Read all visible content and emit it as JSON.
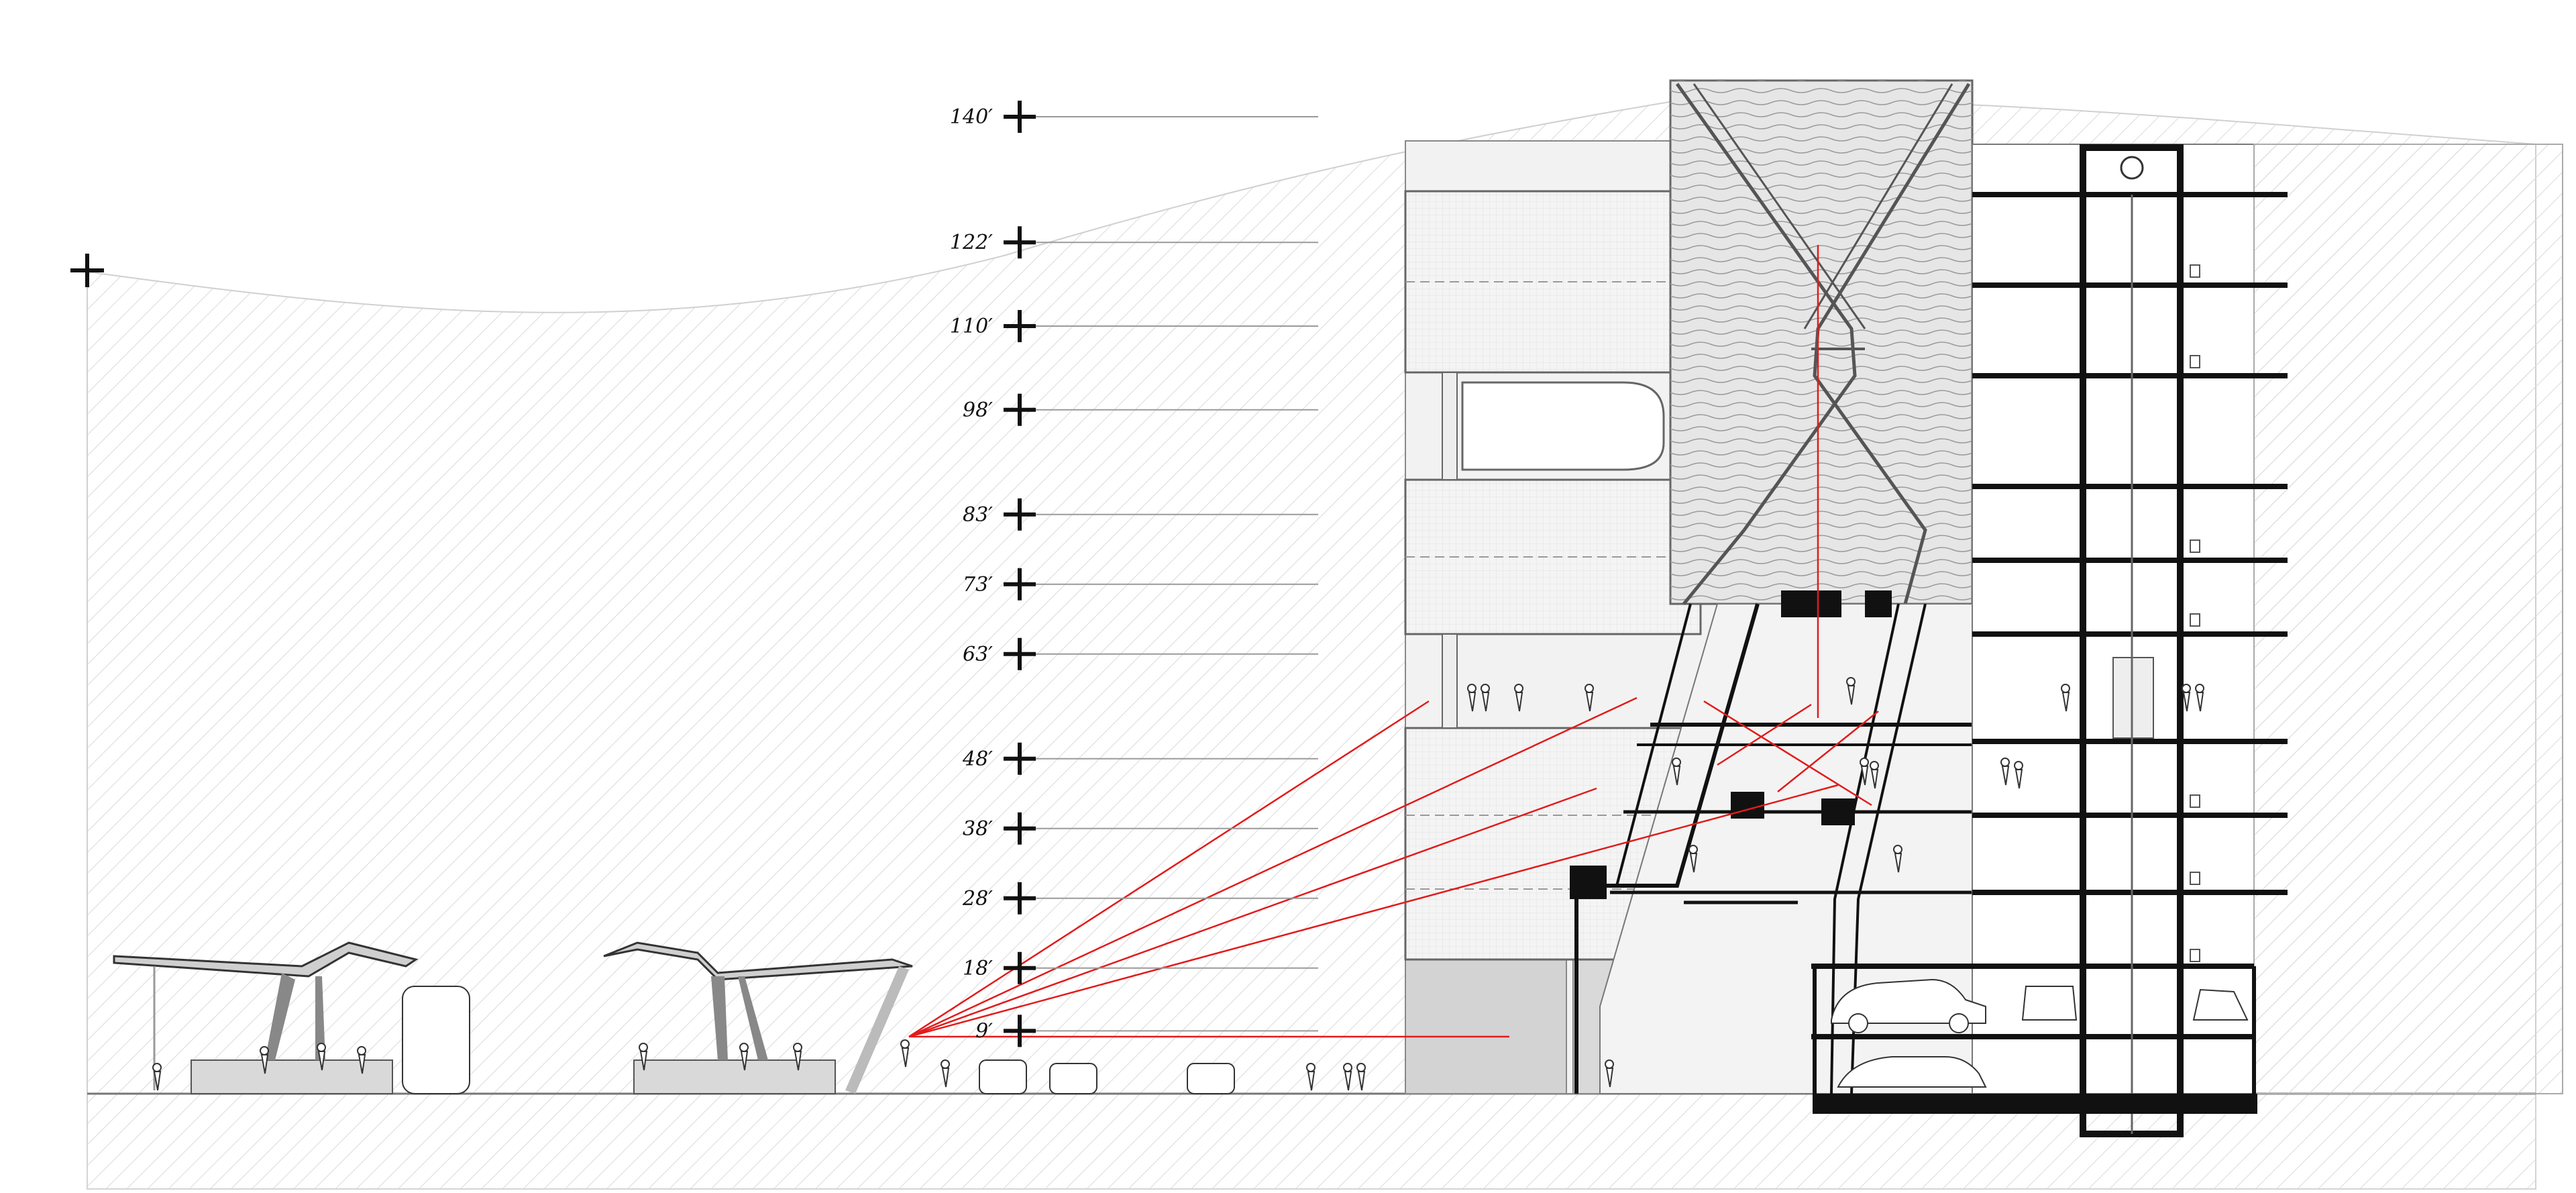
{
  "drawing": {
    "type": "building-section",
    "levels": [
      {
        "label": "140′",
        "value": 140
      },
      {
        "label": "122′",
        "value": 122
      },
      {
        "label": "110′",
        "value": 110
      },
      {
        "label": "98′",
        "value": 98
      },
      {
        "label": "83′",
        "value": 83
      },
      {
        "label": "73′",
        "value": 73
      },
      {
        "label": "63′",
        "value": 63
      },
      {
        "label": "48′",
        "value": 48
      },
      {
        "label": "38′",
        "value": 38
      },
      {
        "label": "28′",
        "value": 28
      },
      {
        "label": "18′",
        "value": 18
      },
      {
        "label": "9′",
        "value": 9
      }
    ],
    "colors": {
      "line": "#111111",
      "hatch": "#d6d6d6",
      "sightline": "#e21b1b",
      "fill_light": "#ececec",
      "fill_mid": "#d9d9d9"
    }
  }
}
